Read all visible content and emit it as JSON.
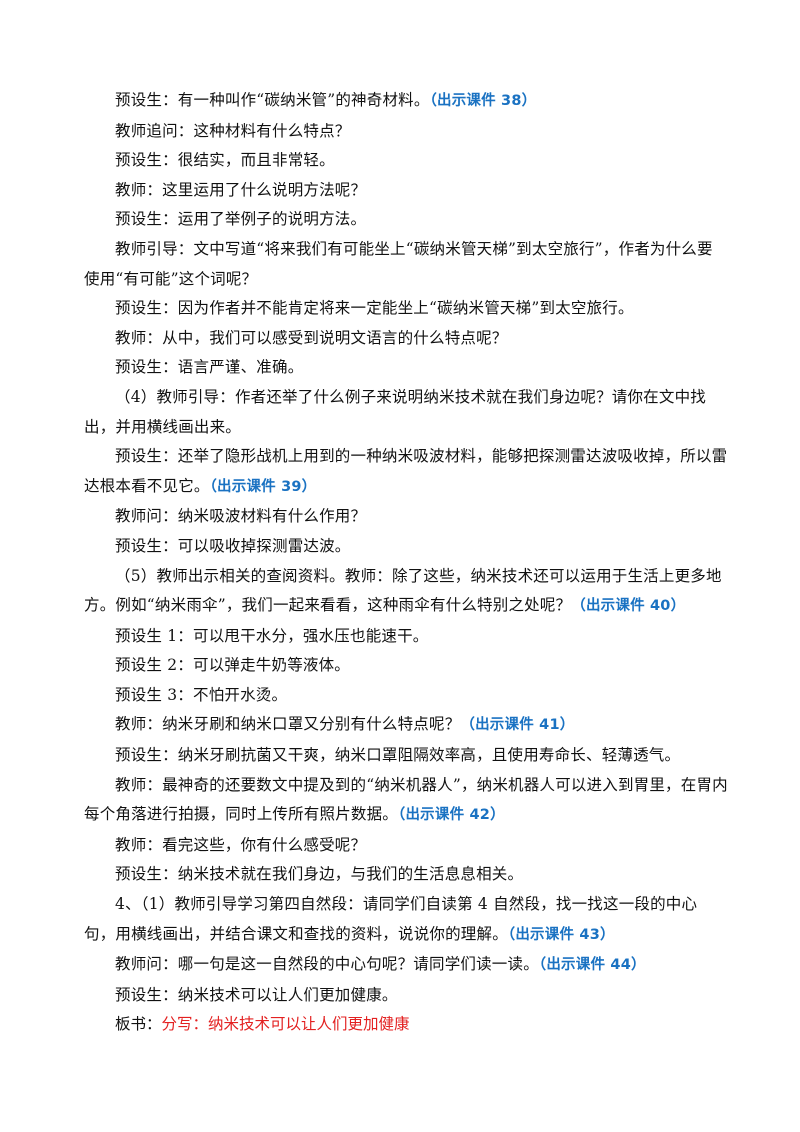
{
  "tag_color": "#1a72c2",
  "accent_red": "#e32121",
  "lines": [
    {
      "text": "预设生：有一种叫作“碳纳米管”的神奇材料。",
      "tag": "（出示课件 38）"
    },
    {
      "text": "教师追问：这种材料有什么特点？"
    },
    {
      "text": "预设生：很结实，而且非常轻。"
    },
    {
      "text": "教师：这里运用了什么说明方法呢？"
    },
    {
      "text": "预设生：运用了举例子的说明方法。"
    },
    {
      "text": "教师引导：文中写道“将来我们有可能坐上“碳纳米管天梯”到太空旅行”，作者为什么要使用“有可能”这个词呢？"
    },
    {
      "text": "预设生：因为作者并不能肯定将来一定能坐上“碳纳米管天梯”到太空旅行。"
    },
    {
      "text": "教师：从中，我们可以感受到说明文语言的什么特点呢？"
    },
    {
      "text": "预设生：语言严谨、准确。"
    },
    {
      "text": "（4）教师引导：作者还举了什么例子来说明纳米技术就在我们身边呢？请你在文中找出，并用横线画出来。"
    },
    {
      "text": "预设生：还举了隐形战机上用到的一种纳米吸波材料，能够把探测雷达波吸收掉，所以雷达根本看不见它。",
      "tag": "（出示课件 39）"
    },
    {
      "text": "教师问：纳米吸波材料有什么作用？"
    },
    {
      "text": "预设生：可以吸收掉探测雷达波。"
    },
    {
      "text": "（5）教师出示相关的查阅资料。教师：除了这些，纳米技术还可以运用于生活上更多地方。例如“纳米雨伞”，我们一起来看看，这种雨伞有什么特别之处呢？",
      "tag": "（出示课件 40）"
    },
    {
      "text": "预设生 1：可以甩干水分，强水压也能速干。"
    },
    {
      "text": "预设生 2：可以弹走牛奶等液体。"
    },
    {
      "text": "预设生 3：不怕开水烫。"
    },
    {
      "text": "教师：纳米牙刷和纳米口罩又分别有什么特点呢？",
      "tag": "（出示课件 41）"
    },
    {
      "text": "预设生：纳米牙刷抗菌又干爽，纳米口罩阻隔效率高，且使用寿命长、轻薄透气。"
    },
    {
      "text": "教师：最神奇的还要数文中提及到的“纳米机器人”，纳米机器人可以进入到胃里，在胃内每个角落进行拍摄，同时上传所有照片数据。",
      "tag": "（出示课件 42）"
    },
    {
      "text": "教师：看完这些，你有什么感受呢？"
    },
    {
      "text": "预设生：纳米技术就在我们身边，与我们的生活息息相关。"
    },
    {
      "text": "4、（1）教师引导学习第四自然段：请同学们自读第 4 自然段，找一找这一段的中心句，用横线画出，并结合课文和查找的资料，说说你的理解。",
      "tag": "（出示课件 43）"
    },
    {
      "text": "教师问：哪一句是这一自然段的中心句呢？请同学们读一读。",
      "tag": "（出示课件 44）"
    },
    {
      "text": "预设生：纳米技术可以让人们更加健康。"
    }
  ],
  "board": {
    "label": "板书：",
    "content": "分写：纳米技术可以让人们更加健康"
  }
}
